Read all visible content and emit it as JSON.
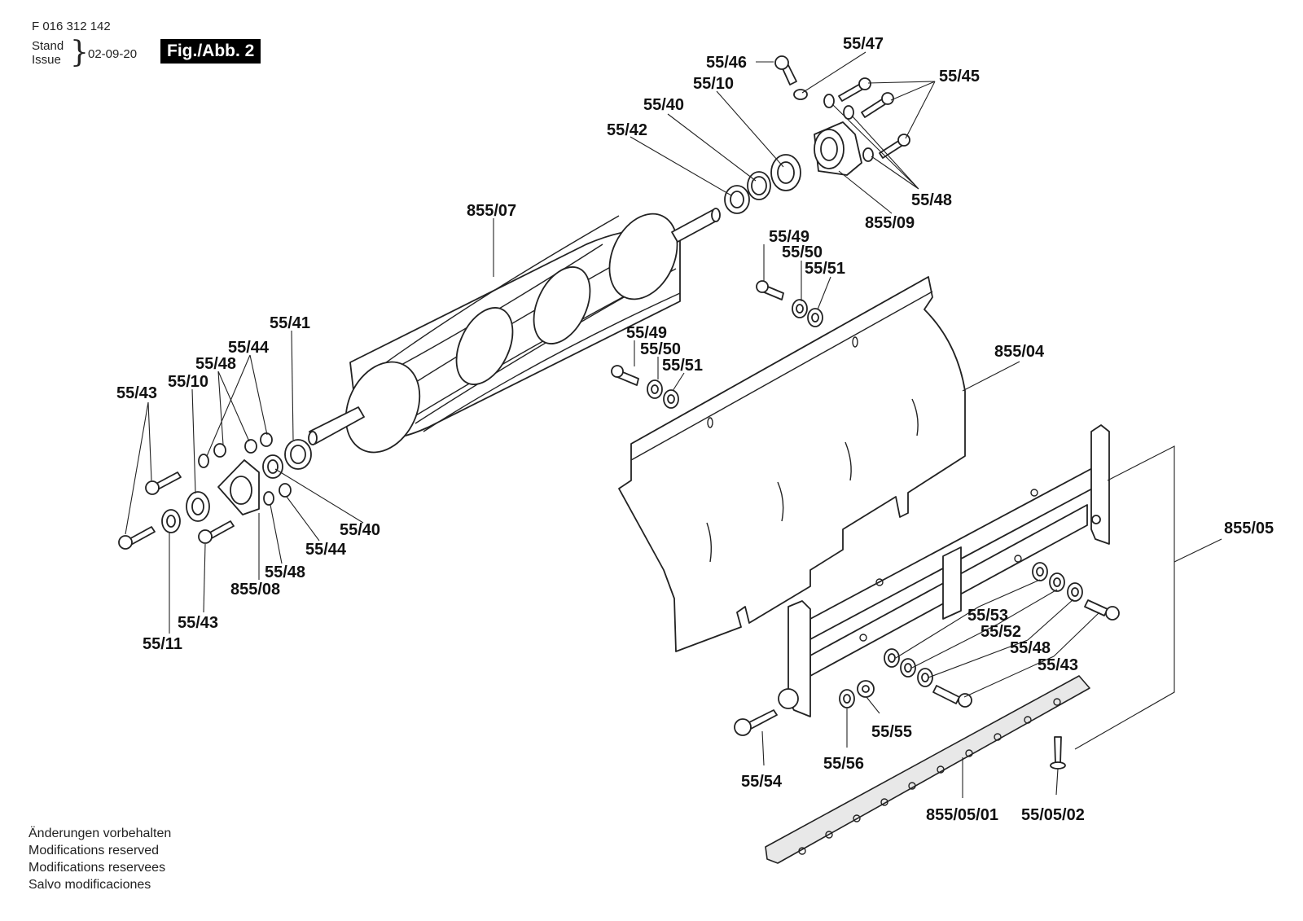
{
  "header": {
    "doc_number": "F 016 312 142",
    "stand": "Stand",
    "issue": "Issue",
    "date": "02-09-20",
    "figure": "Fig./Abb. 2"
  },
  "footer": [
    "Änderungen vorbehalten",
    "Modifications reserved",
    "Modifications reservees",
    "Salvo modificaciones"
  ],
  "labels": {
    "l_55_47": "55/47",
    "l_55_46": "55/46",
    "l_55_45": "55/45",
    "l_55_10_top": "55/10",
    "l_55_40_top": "55/40",
    "l_55_42": "55/42",
    "l_55_48_top": "55/48",
    "l_855_09": "855/09",
    "l_855_07": "855/07",
    "l_55_49_a": "55/49",
    "l_55_50_a": "55/50",
    "l_55_51_a": "55/51",
    "l_55_49_b": "55/49",
    "l_55_50_b": "55/50",
    "l_55_51_b": "55/51",
    "l_855_04": "855/04",
    "l_55_41": "55/41",
    "l_55_44_top": "55/44",
    "l_55_48_left": "55/48",
    "l_55_10_left": "55/10",
    "l_55_43_top": "55/43",
    "l_55_40_bot": "55/40",
    "l_55_44_bot": "55/44",
    "l_55_48_bot": "55/48",
    "l_855_08": "855/08",
    "l_55_43_bot": "55/43",
    "l_55_11": "55/11",
    "l_855_05": "855/05",
    "l_55_53": "55/53",
    "l_55_52": "55/52",
    "l_55_48_right": "55/48",
    "l_55_43_right": "55/43",
    "l_55_55": "55/55",
    "l_55_56": "55/56",
    "l_55_54": "55/54",
    "l_855_05_01": "855/05/01",
    "l_55_05_02": "55/05/02"
  }
}
